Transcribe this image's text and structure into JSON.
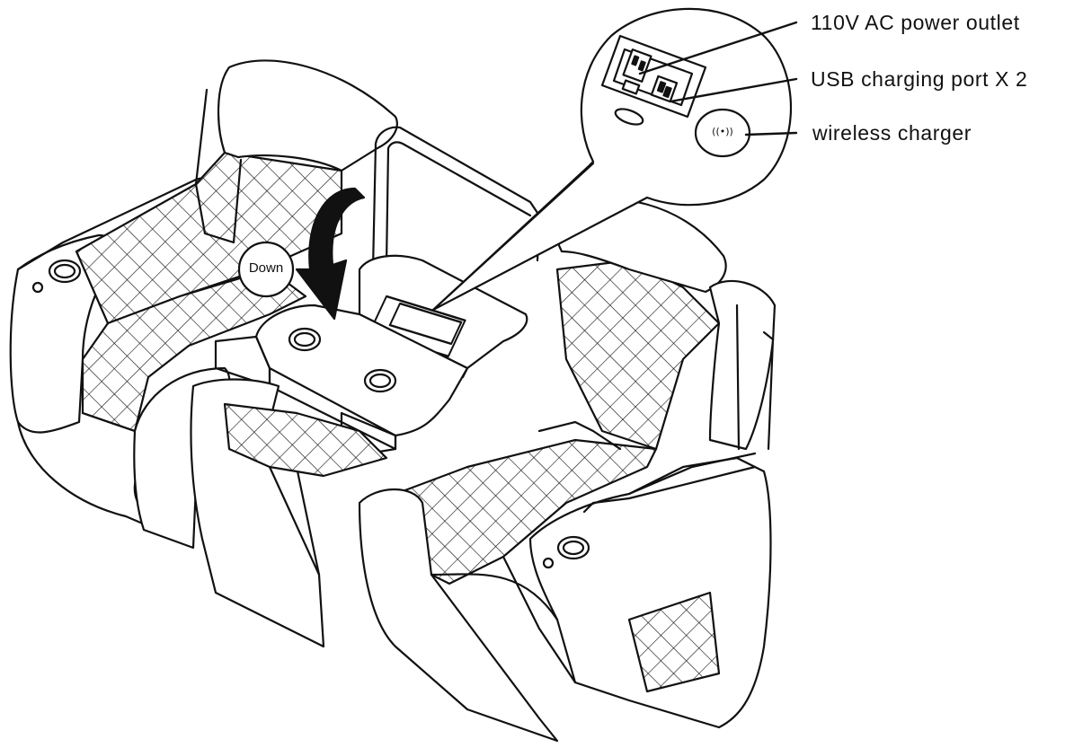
{
  "callouts": {
    "outlet": "110V AC power outlet",
    "usb": "USB charging port X 2",
    "wireless": "wireless charger"
  },
  "action": {
    "down_label": "Down"
  },
  "icons": {
    "wireless_symbol": "((•))"
  },
  "colors": {
    "line": "#111111",
    "background": "#ffffff"
  }
}
